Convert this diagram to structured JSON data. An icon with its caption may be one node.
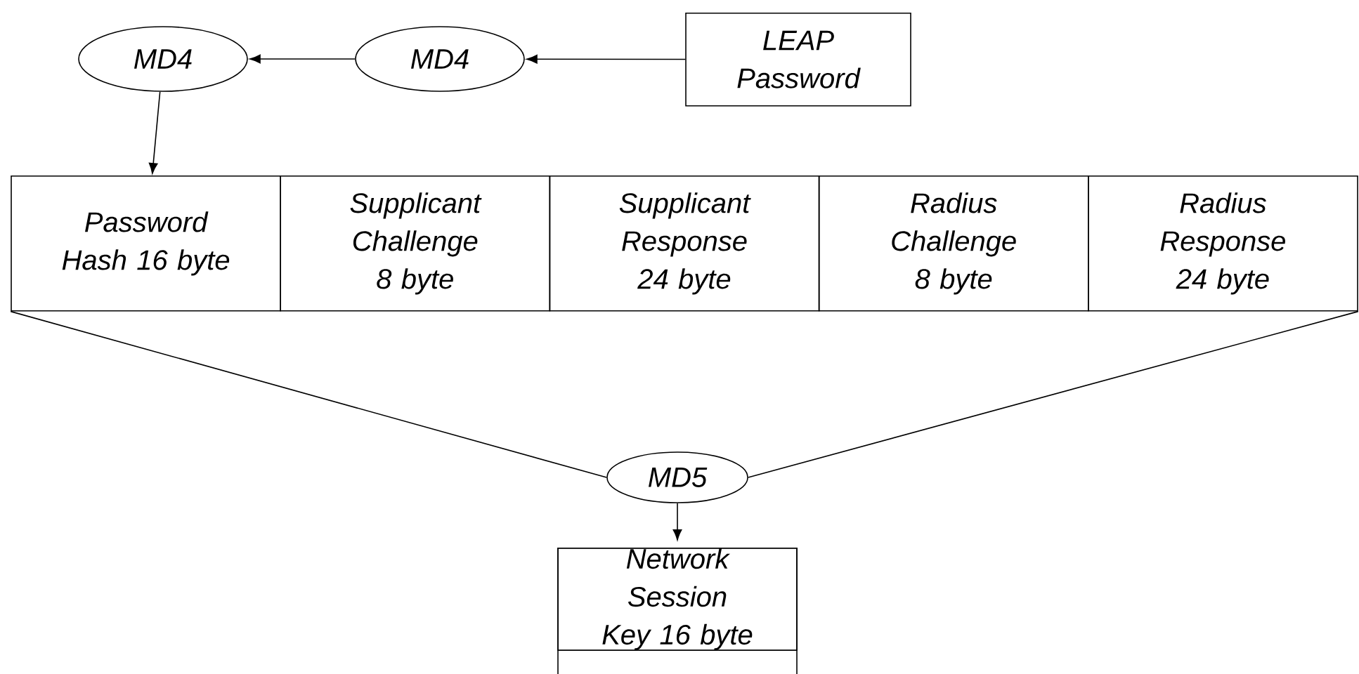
{
  "diagram": {
    "nodes": [
      {
        "text": [
          "LEAP Password"
        ]
      },
      {
        "text": [
          "MD4"
        ]
      },
      {
        "text": [
          "MD4"
        ]
      },
      {
        "text": [
          "Password Hash 16 byte"
        ]
      },
      {
        "text": [
          "Supplicant Challenge 8 byte"
        ]
      },
      {
        "text": [
          "Supplicant Response 24 byte"
        ]
      },
      {
        "text": [
          "Radius Challenge 8 byte"
        ]
      },
      {
        "text": [
          "Radius Response 24 byte"
        ]
      },
      {
        "text": [
          "MD5"
        ]
      },
      {
        "text": [
          "Network Session Key 16 byte"
        ]
      }
    ],
    "edges": [
      {
        "from": 0,
        "to": 1,
        "arrow": "to"
      },
      {
        "from": 1,
        "to": 2,
        "arrow": "to"
      },
      {
        "from": 2,
        "to": 3,
        "arrow": "to"
      },
      {
        "from": 3,
        "to": 8,
        "arrow": "none"
      },
      {
        "from": 7,
        "to": 8,
        "arrow": "none"
      },
      {
        "from": 8,
        "to": 9,
        "arrow": "to"
      }
    ]
  }
}
